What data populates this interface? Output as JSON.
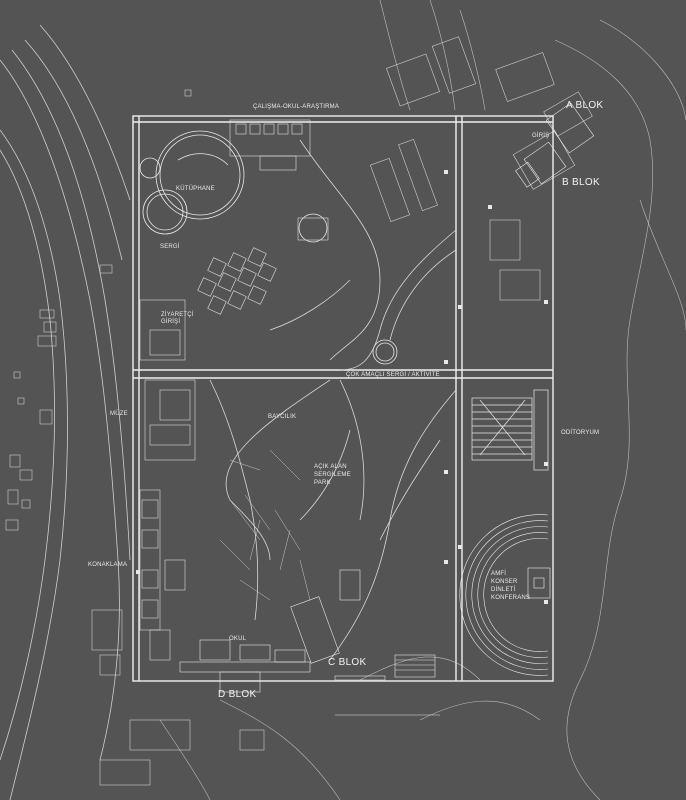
{
  "plan": {
    "labels": {
      "research": "ÇALIŞMA-OKUL-ARAŞTIRMA",
      "library": "KÜTÜPHANE",
      "exhibition": "SERGİ",
      "visitor_entrance_l1": "ZİYARETÇİ",
      "visitor_entrance_l2": "GİRİŞİ",
      "multi_purpose": "ÇOK AMAÇLI SERGİ / AKTİVİTE",
      "museum": "MÜZE",
      "beekeeping": "BAYCILIK",
      "open_area_l1": "AÇIK ALAN",
      "open_area_l2": "SERGİLEME",
      "open_area_l3": "PARK",
      "accommodation": "KONAKLAMA",
      "school": "OKUL",
      "auditorium": "ODİTORYUM",
      "amphi_l1": "AMFİ",
      "amphi_l2": "KONSER",
      "amphi_l3": "DİNLETİ",
      "amphi_l4": "KONFERANS",
      "entrance": "GİRİŞ"
    },
    "blocks": {
      "a": "A BLOK",
      "b": "B BLOK",
      "c": "C BLOK",
      "d": "D BLOK"
    },
    "colors": {
      "background": "#545454",
      "line": "#d8d8d8",
      "frame": "#f0f0f0",
      "text": "#eaeaea"
    }
  }
}
